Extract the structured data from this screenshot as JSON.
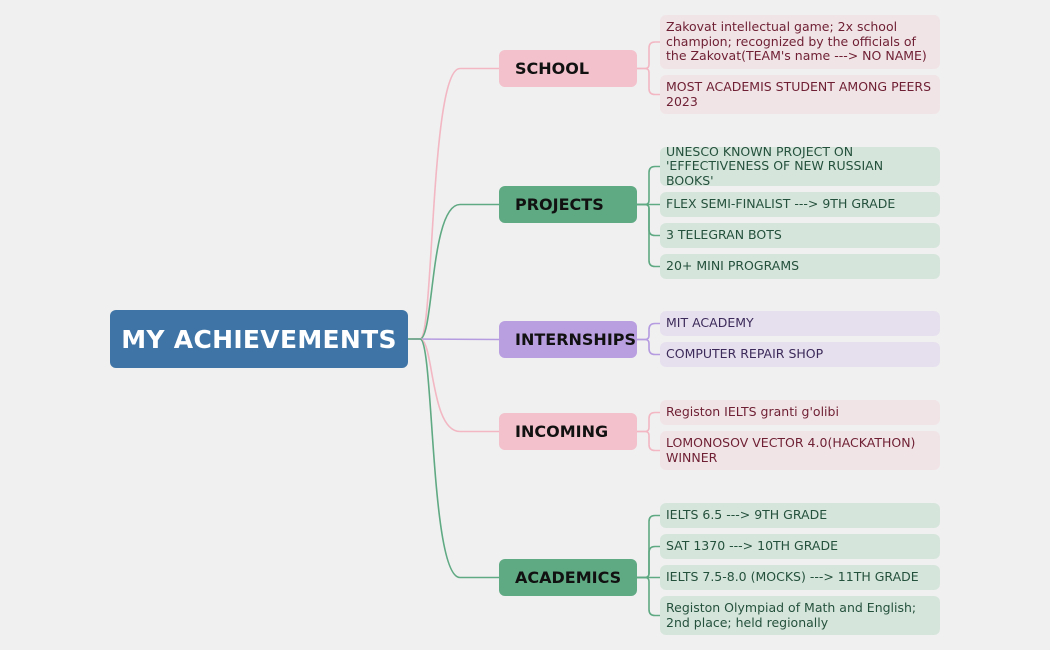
{
  "root": {
    "label": "MY ACHIEVEMENTS"
  },
  "colors": {
    "root_bg": "#3f75a6",
    "pink_branch": "#f2c1cb",
    "pink_leaf": "#f1e4e6",
    "pink_text": "#6e1f33",
    "pink_line": "#f2b7c3",
    "green_branch": "#5fa983",
    "green_leaf": "#d6e5dc",
    "green_text": "#24513c",
    "green_line": "#5fa983",
    "purple_branch": "#b99ee0",
    "purple_leaf": "#e6e0ee",
    "purple_text": "#3c2a5a",
    "purple_line": "#b59be0"
  },
  "branches": [
    {
      "id": "school",
      "label": "SCHOOL",
      "theme": "pink",
      "items": [
        "Zakovat intellectual game; 2x school champion; recognized by the officials of the Zakovat(TEAM's name ---> NO NAME)",
        "MOST ACADEMIS STUDENT AMONG PEERS 2023"
      ]
    },
    {
      "id": "projects",
      "label": "PROJECTS",
      "theme": "green",
      "items": [
        "UNESCO KNOWN PROJECT ON 'EFFECTIVENESS OF NEW RUSSIAN BOOKS'",
        "FLEX SEMI-FINALIST ---> 9TH GRADE",
        "3 TELEGRAN BOTS",
        "20+ MINI PROGRAMS"
      ]
    },
    {
      "id": "internships",
      "label": "INTERNSHIPS",
      "theme": "purple",
      "items": [
        "MIT ACADEMY",
        "COMPUTER REPAIR SHOP"
      ]
    },
    {
      "id": "incoming",
      "label": "INCOMING",
      "theme": "pink",
      "items": [
        "Registon IELTS granti g'olibi",
        "LOMONOSOV VECTOR 4.0(HACKATHON) WINNER"
      ]
    },
    {
      "id": "academics",
      "label": "ACADEMICS",
      "theme": "green",
      "items": [
        "IELTS 6.5 ---> 9TH GRADE",
        "SAT 1370 ---> 10TH GRADE",
        "IELTS 7.5-8.0 (MOCKS) ---> 11TH GRADE",
        "Registon Olympiad of Math and English; 2nd place; held regionally"
      ]
    }
  ]
}
